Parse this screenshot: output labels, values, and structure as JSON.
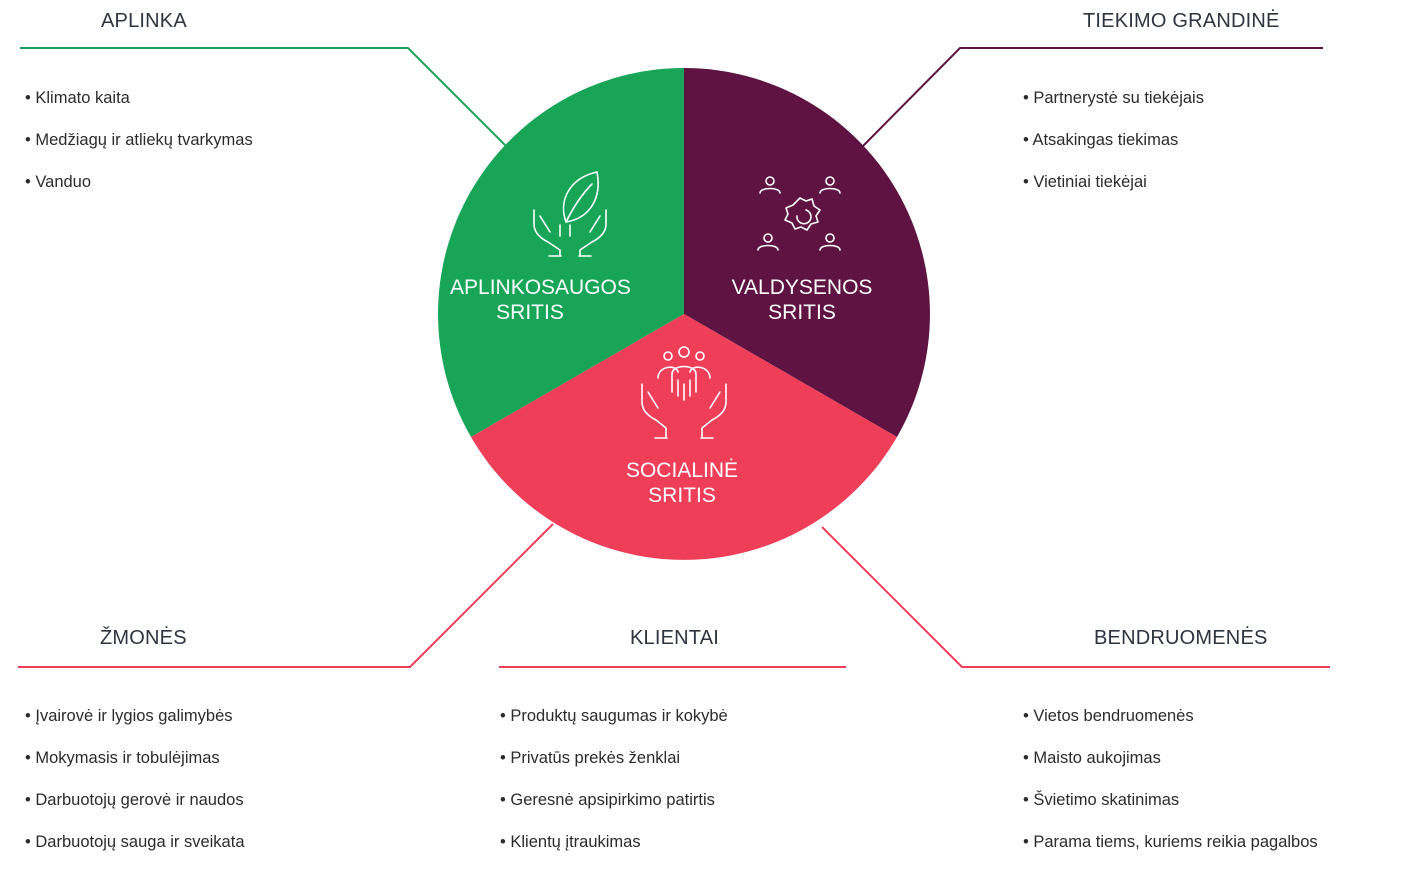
{
  "colors": {
    "environment": "#18a557",
    "governance": "#5e1342",
    "social": "#ee3e58",
    "text": "#2b2b2b",
    "white": "#ffffff"
  },
  "sectors": {
    "environment": {
      "line1": "APLINKOSAUGOS",
      "line2": "SRITIS",
      "icon": "leaf-in-hands-icon"
    },
    "governance": {
      "line1": "VALDYSENOS",
      "line2": "SRITIS",
      "icon": "people-around-gear-icon"
    },
    "social": {
      "line1": "SOCIALINĖ",
      "line2": "SRITIS",
      "icon": "people-in-hands-icon"
    }
  },
  "groups": {
    "aplinka": {
      "title": "APLINKA",
      "items": [
        "Klimato kaita",
        "Medžiagų ir atliekų tvarkymas",
        "Vanduo"
      ]
    },
    "tiekimo": {
      "title": "TIEKIMO GRANDINĖ",
      "items": [
        "Partnerystė su tiekėjais",
        "Atsakingas tiekimas",
        "Vietiniai tiekėjai"
      ]
    },
    "zmones": {
      "title": "ŽMONĖS",
      "items": [
        "Įvairovė ir lygios galimybės",
        "Mokymasis ir tobulėjimas",
        "Darbuotojų gerovė ir naudos",
        "Darbuotojų sauga ir sveikata"
      ]
    },
    "klientai": {
      "title": "KLIENTAI",
      "items": [
        "Produktų saugumas ir kokybė",
        "Privatūs prekės ženklai",
        "Geresnė apsipirkimo patirtis",
        "Klientų įtraukimas"
      ]
    },
    "bendruomenes": {
      "title": "BENDRUOMENĖS",
      "items": [
        "Vietos bendruomenės",
        "Maisto aukojimas",
        "Švietimo skatinimas",
        "Parama tiems, kuriems reikia pagalbos"
      ]
    }
  }
}
